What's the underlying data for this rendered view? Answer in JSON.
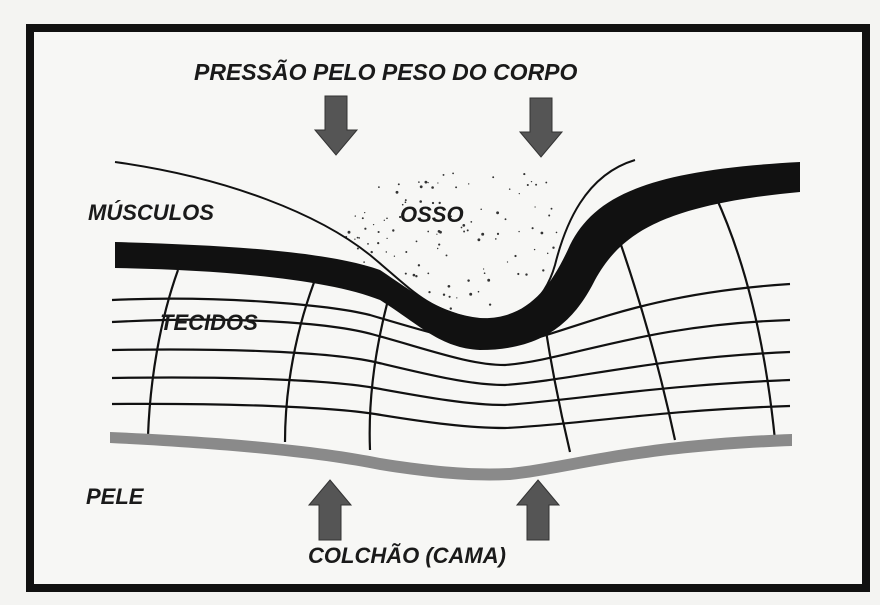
{
  "labels": {
    "top": "PRESSÃO PELO PESO DO CORPO",
    "muscles": "MÚSCULOS",
    "bone": "OSSO",
    "tissues": "TECIDOS",
    "skin": "PELE",
    "mattress": "COLCHÃO (CAMA)"
  },
  "colors": {
    "frame": "#111111",
    "muscle_band": "#111111",
    "skin_band": "#8a8a8a",
    "arrow": "#555555",
    "background": "#f4f4f2"
  },
  "arrows": {
    "top": [
      "arrow-down-icon",
      "arrow-down-icon"
    ],
    "bottom": [
      "arrow-up-icon",
      "arrow-up-icon"
    ]
  }
}
